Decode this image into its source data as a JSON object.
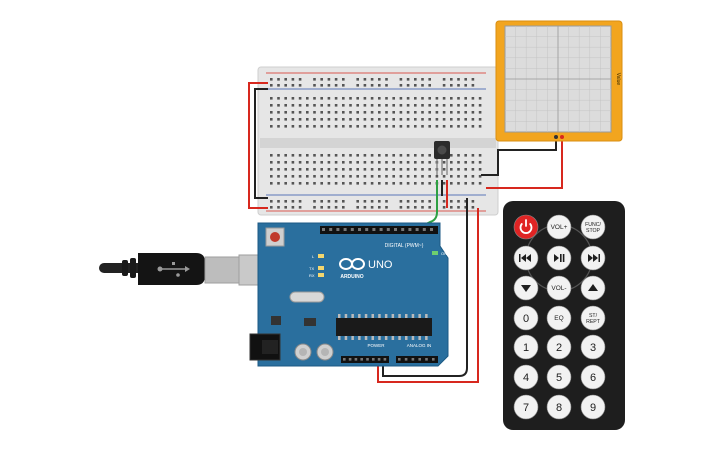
{
  "colors": {
    "pcb": "#2a6f9e",
    "pcb_dark": "#215a82",
    "breadboard": "#e8e8e8",
    "rail_red": "#d7281e",
    "rail_blue": "#2a4fa8",
    "wire_red": "#d7281e",
    "wire_black": "#222222",
    "wire_green": "#2ea043",
    "plotter_frame": "#f2a51f",
    "remote_body": "#1e1e1e",
    "remote_button": "#f2f2f2",
    "power_button": "#e02424"
  },
  "arduino": {
    "brand": "ARDUINO",
    "model": "UNO",
    "digital_label": "DIGITAL (PWM~)",
    "power_label": "POWER",
    "analog_label": "ANALOG IN",
    "on_label": "ON",
    "l_label": "L",
    "tx_label": "TX",
    "rx_label": "RX",
    "icon": "infinity-logo-icon"
  },
  "usb": {
    "icon": "usb-icon"
  },
  "plotter": {
    "label": "Value"
  },
  "remote": {
    "buttons": [
      {
        "id": "power",
        "label": "",
        "icon": "power-icon"
      },
      {
        "id": "vol-up",
        "label": "VOL+"
      },
      {
        "id": "func-stop",
        "label": "FUNC/\nSTOP"
      },
      {
        "id": "rewind",
        "label": "",
        "icon": "rewind-icon"
      },
      {
        "id": "play-pause",
        "label": "",
        "icon": "play-pause-icon"
      },
      {
        "id": "fast-forward",
        "label": "",
        "icon": "fast-forward-icon"
      },
      {
        "id": "down",
        "label": "",
        "icon": "arrow-down-icon"
      },
      {
        "id": "vol-down",
        "label": "VOL-"
      },
      {
        "id": "up",
        "label": "",
        "icon": "arrow-up-icon"
      },
      {
        "id": "0",
        "label": "0"
      },
      {
        "id": "eq",
        "label": "EQ"
      },
      {
        "id": "st-rept",
        "label": "ST/\nREPT"
      },
      {
        "id": "1",
        "label": "1"
      },
      {
        "id": "2",
        "label": "2"
      },
      {
        "id": "3",
        "label": "3"
      },
      {
        "id": "4",
        "label": "4"
      },
      {
        "id": "5",
        "label": "5"
      },
      {
        "id": "6",
        "label": "6"
      },
      {
        "id": "7",
        "label": "7"
      },
      {
        "id": "8",
        "label": "8"
      },
      {
        "id": "9",
        "label": "9"
      }
    ]
  }
}
